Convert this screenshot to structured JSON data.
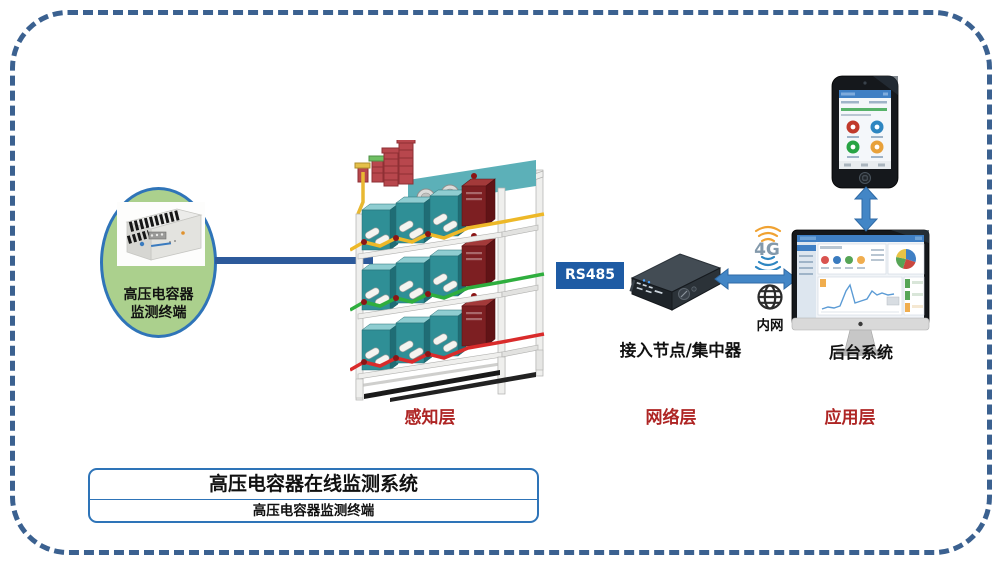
{
  "diagram": {
    "terminal": {
      "label_line1": "高压电容器",
      "label_line2": "监测终端"
    },
    "rs485_label": "RS485",
    "concentrator_label": "接入节点/集中器",
    "backend_label": "后台系统",
    "four_g_label": "4G",
    "intranet_label": "内网",
    "layers": [
      {
        "label": "感知层"
      },
      {
        "label": "网络层"
      },
      {
        "label": "应用层"
      }
    ],
    "title_box": {
      "title": "高压电容器在线监测系统",
      "subtitle": "高压电容器监测终端"
    },
    "colors": {
      "border_blue": "#3b6190",
      "connector_blue": "#2d5a9b",
      "arrow_blue": "#4386c6",
      "rs485_bg": "#1e5ba4",
      "oval_green": "#abd08d",
      "layer_label_red": "#ae2524"
    }
  }
}
